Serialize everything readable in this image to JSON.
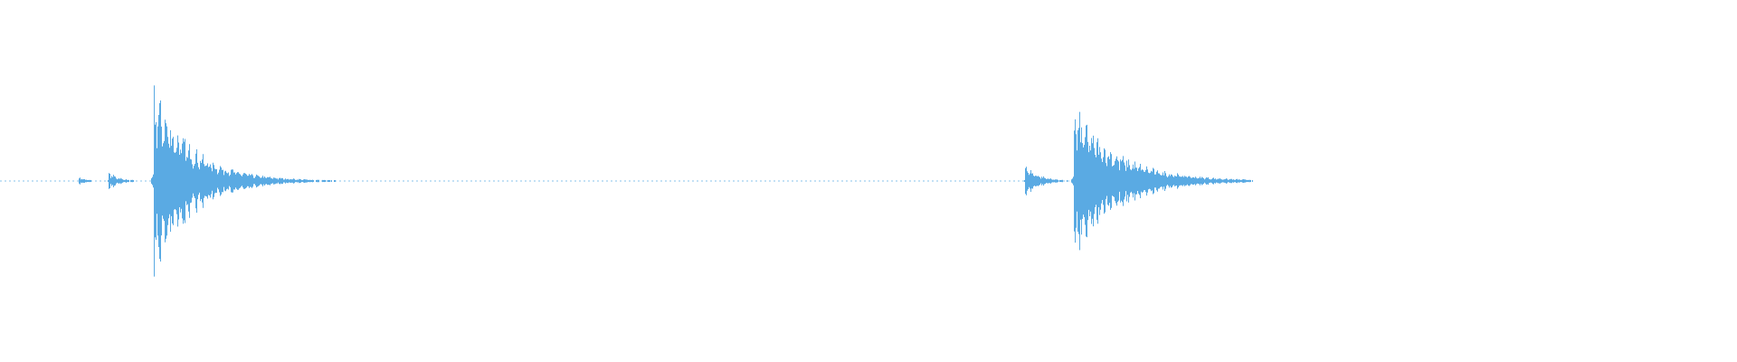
{
  "waveform": {
    "color": "#5aaae3",
    "background": "#ffffff",
    "clip_end_fraction": 0.721,
    "baseline_fraction": 0.5,
    "events": [
      {
        "name": "event-1",
        "onset": 0.0448,
        "peak": 0.03,
        "decay": 0.004
      },
      {
        "name": "event-2",
        "onset": 0.062,
        "peak": 0.06,
        "decay": 0.006
      },
      {
        "name": "event-3",
        "onset": 0.0883,
        "peak": 0.56,
        "decay": 0.022
      },
      {
        "name": "event-4",
        "onset": 0.59,
        "peak": 0.1,
        "decay": 0.008
      },
      {
        "name": "event-5",
        "onset": 0.618,
        "peak": 0.44,
        "decay": 0.026
      }
    ]
  }
}
